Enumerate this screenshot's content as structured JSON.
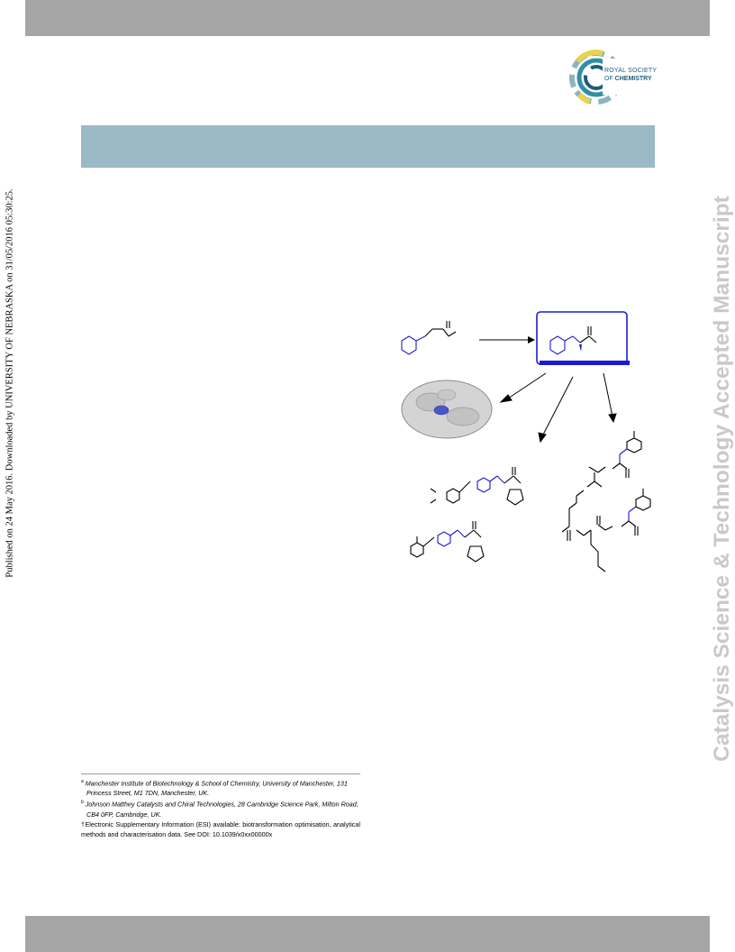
{
  "header": {
    "logo": {
      "line1": "ROYAL SOCIETY",
      "line2_prefix": "OF ",
      "line2_bold": "CHEMISTRY",
      "colors": [
        "#e8d44d",
        "#2f8fa6",
        "#1e5c7a",
        "#8fb3bf"
      ]
    }
  },
  "sidebar": {
    "journal_watermark": "Catalysis Science & Technology Accepted Manuscript",
    "publication_note": "Published on 24 May 2016. Downloaded by UNIVERSITY OF NEBRASKA on 31/05/2016 05:30:25."
  },
  "colors": {
    "gray_bar": "#a6a6a6",
    "title_band": "#9bb9c6",
    "highlight_blue": "#1a1ad6",
    "watermark": "#c9c9c9"
  },
  "footnotes": {
    "affiliations": [
      {
        "mark": "a",
        "text": "Manchester Institute of Biotechnology & School of Chemistry, University of Manchester, 131 Princess Street, M1 7DN, Manchester, UK."
      },
      {
        "mark": "b",
        "text": "Johnson Matthey Catalysts and Chiral Technologies, 28 Cambridge Science Park, Milton Road, CB4 0FP, Cambridge, UK."
      }
    ],
    "esi": "†Electronic Supplementary Information (ESI) available: biotransformation optimisation, analytical methods and characterisation data. See DOI: 10.1039/x0xx00000x"
  }
}
